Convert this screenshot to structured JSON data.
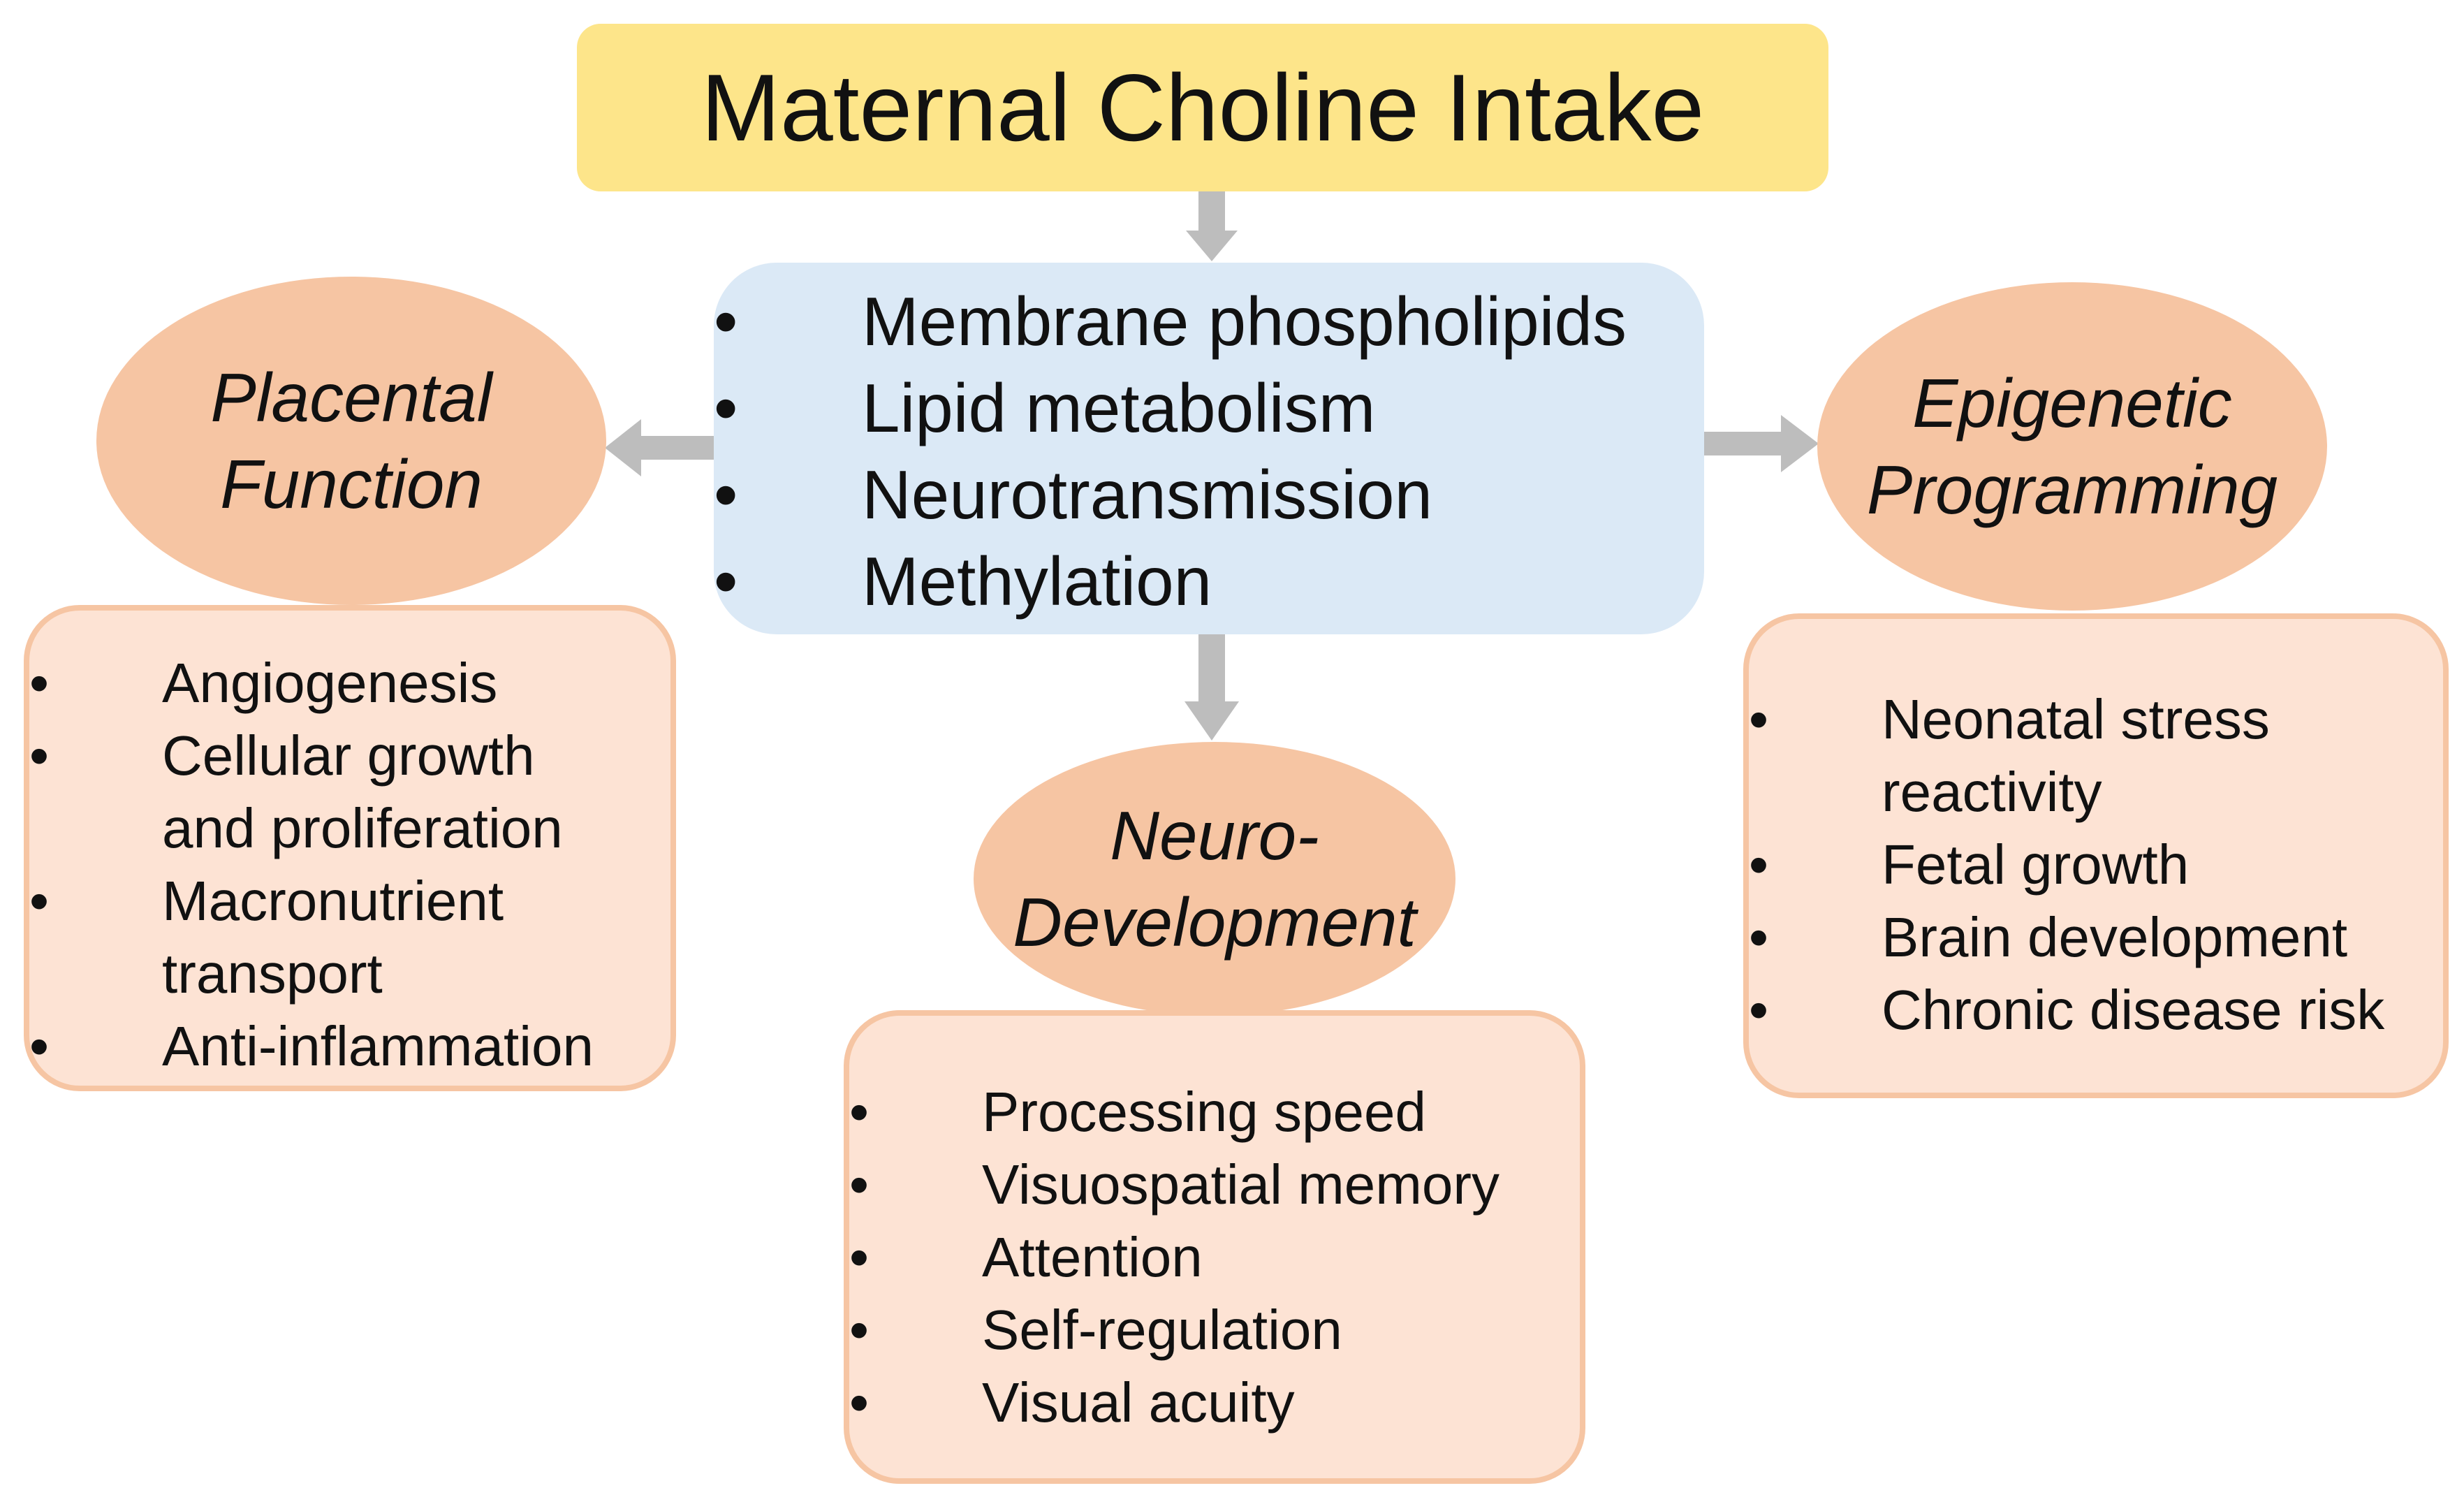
{
  "title": "Maternal Choline Intake",
  "central_items": [
    "Membrane phospholipids",
    "Lipid metabolism",
    "Neurotransmission",
    "Methylation"
  ],
  "placental": {
    "heading_line1": "Placental",
    "heading_line2": "Function",
    "items": [
      [
        "Angiogenesis"
      ],
      [
        "Cellular growth",
        "and proliferation"
      ],
      [
        "Macronutrient",
        "transport"
      ],
      [
        "Anti-inflammation"
      ]
    ]
  },
  "epigenetic": {
    "heading_line1": "Epigenetic",
    "heading_line2": "Programming",
    "items": [
      [
        "Neonatal stress",
        "reactivity"
      ],
      [
        "Fetal growth"
      ],
      [
        "Brain development"
      ],
      [
        "Chronic disease risk"
      ]
    ]
  },
  "neuro": {
    "heading_line1": "Neuro-",
    "heading_line2": "Development",
    "items": [
      [
        "Processing speed"
      ],
      [
        "Visuospatial memory"
      ],
      [
        "Attention"
      ],
      [
        "Self-regulation"
      ],
      [
        "Visual acuity"
      ]
    ]
  },
  "colors": {
    "title_fill": "#fde58a",
    "central_fill": "#dbe9f6",
    "ellipse_fill": "#f6c5a3",
    "list_fill": "#fde3d4",
    "arrow": "#bdbdbd"
  }
}
